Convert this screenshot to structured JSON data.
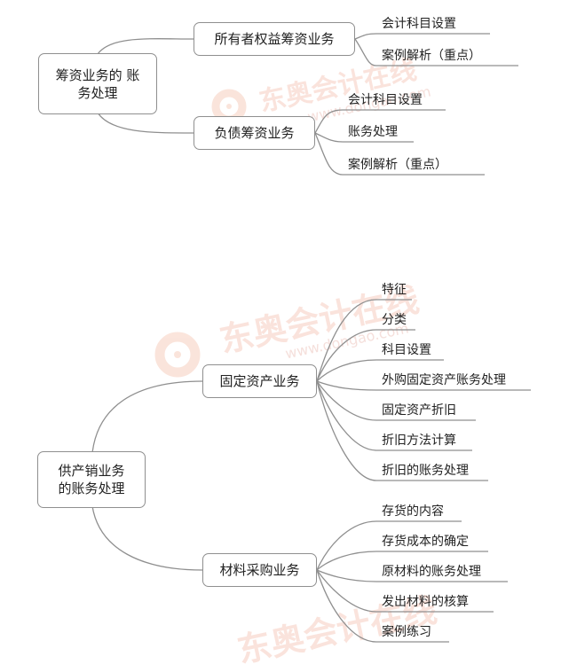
{
  "watermark": {
    "brand_text": "东奥会计在线",
    "url_text": "www.dongao.com",
    "logo": "dongao-logo"
  },
  "map1": {
    "root": "筹资业务的 账务处理",
    "branches": [
      {
        "label": "所有者权益筹资业务",
        "leaves": [
          "会计科目设置",
          "案例解析（重点）"
        ]
      },
      {
        "label": "负债筹资业务",
        "leaves": [
          "会计科目设置",
          "账务处理",
          "案例解析（重点）"
        ]
      }
    ]
  },
  "map2": {
    "root": "供产销业务 的账务处理",
    "branches": [
      {
        "label": "固定资产业务",
        "leaves": [
          "特征",
          "分类",
          "科目设置",
          "外购固定资产账务处理",
          "固定资产折旧",
          "折旧方法计算",
          "折旧的账务处理"
        ]
      },
      {
        "label": "材料采购业务",
        "leaves": [
          "存货的内容",
          "存货成本的确定",
          "原材料的账务处理",
          "发出材料的核算",
          "案例练习"
        ]
      }
    ]
  },
  "colors": {
    "line": "#8f8f8f",
    "text": "#222222",
    "watermark": "#f0aa96"
  }
}
